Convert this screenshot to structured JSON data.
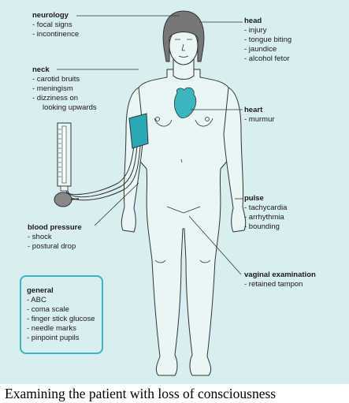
{
  "annotations": {
    "neurology": {
      "title": "neurology",
      "items": [
        "- focal signs",
        "- incontinence"
      ]
    },
    "head": {
      "title": "head",
      "items": [
        "- injury",
        "- tongue biting",
        "- jaundice",
        "- alcohol fetor"
      ]
    },
    "neck": {
      "title": "neck",
      "items": [
        "- carotid bruits",
        "- meningism",
        "- dizziness on",
        "looking upwards"
      ]
    },
    "heart": {
      "title": "heart",
      "items": [
        "- murmur"
      ]
    },
    "pulse": {
      "title": "pulse",
      "items": [
        "- tachycardia",
        "- arrhythmia",
        "- bounding"
      ]
    },
    "blood_pressure": {
      "title": "blood pressure",
      "items": [
        "- shock",
        "- postural drop"
      ]
    },
    "vaginal_examination": {
      "title": "vaginal examination",
      "items": [
        "- retained tampon"
      ]
    },
    "general": {
      "title": "general",
      "items": [
        "- ABC",
        "- coma scale",
        "- finger stick glucose",
        "- needle marks",
        "- pinpoint pupils"
      ]
    }
  },
  "caption": "Examining the patient with loss of consciousness",
  "colors": {
    "background": "#d9eef0",
    "body_fill": "#e8f6f6",
    "outline": "#333333",
    "accent": "#3bb5bf",
    "hair": "#777777"
  }
}
